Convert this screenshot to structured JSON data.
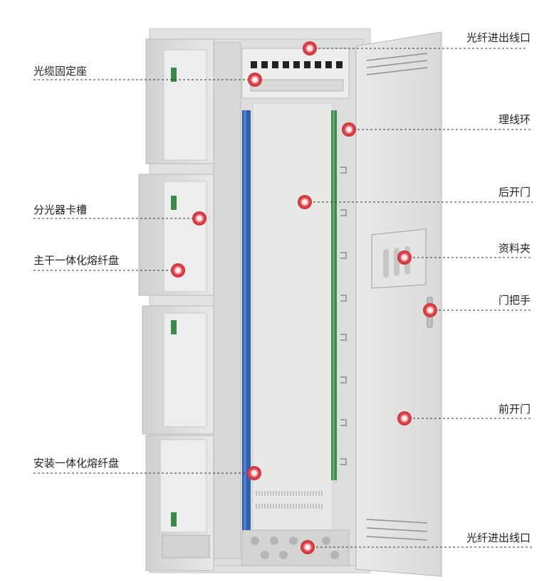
{
  "labels": {
    "fiber_port_top": "光纤进出线口",
    "cable_fixing_seat": "光缆固定座",
    "cable_ring": "理线环",
    "splitter_slot": "分光器卡槽",
    "back_door": "后开门",
    "trunk_splice_tray": "主干一体化熔纤盘",
    "document_holder": "资料夹",
    "door_handle": "门把手",
    "front_door": "前开门",
    "install_splice_tray": "安装一体化熔纤盘",
    "fiber_port_bottom": "光纤进出线口"
  },
  "colors": {
    "marker": "#d9434a",
    "cabinet": "#e4e5e3",
    "cabinet_shadow": "#c9cbc8",
    "adapter_blue": "#2e5fb0",
    "adapter_green": "#3c8a4a"
  }
}
